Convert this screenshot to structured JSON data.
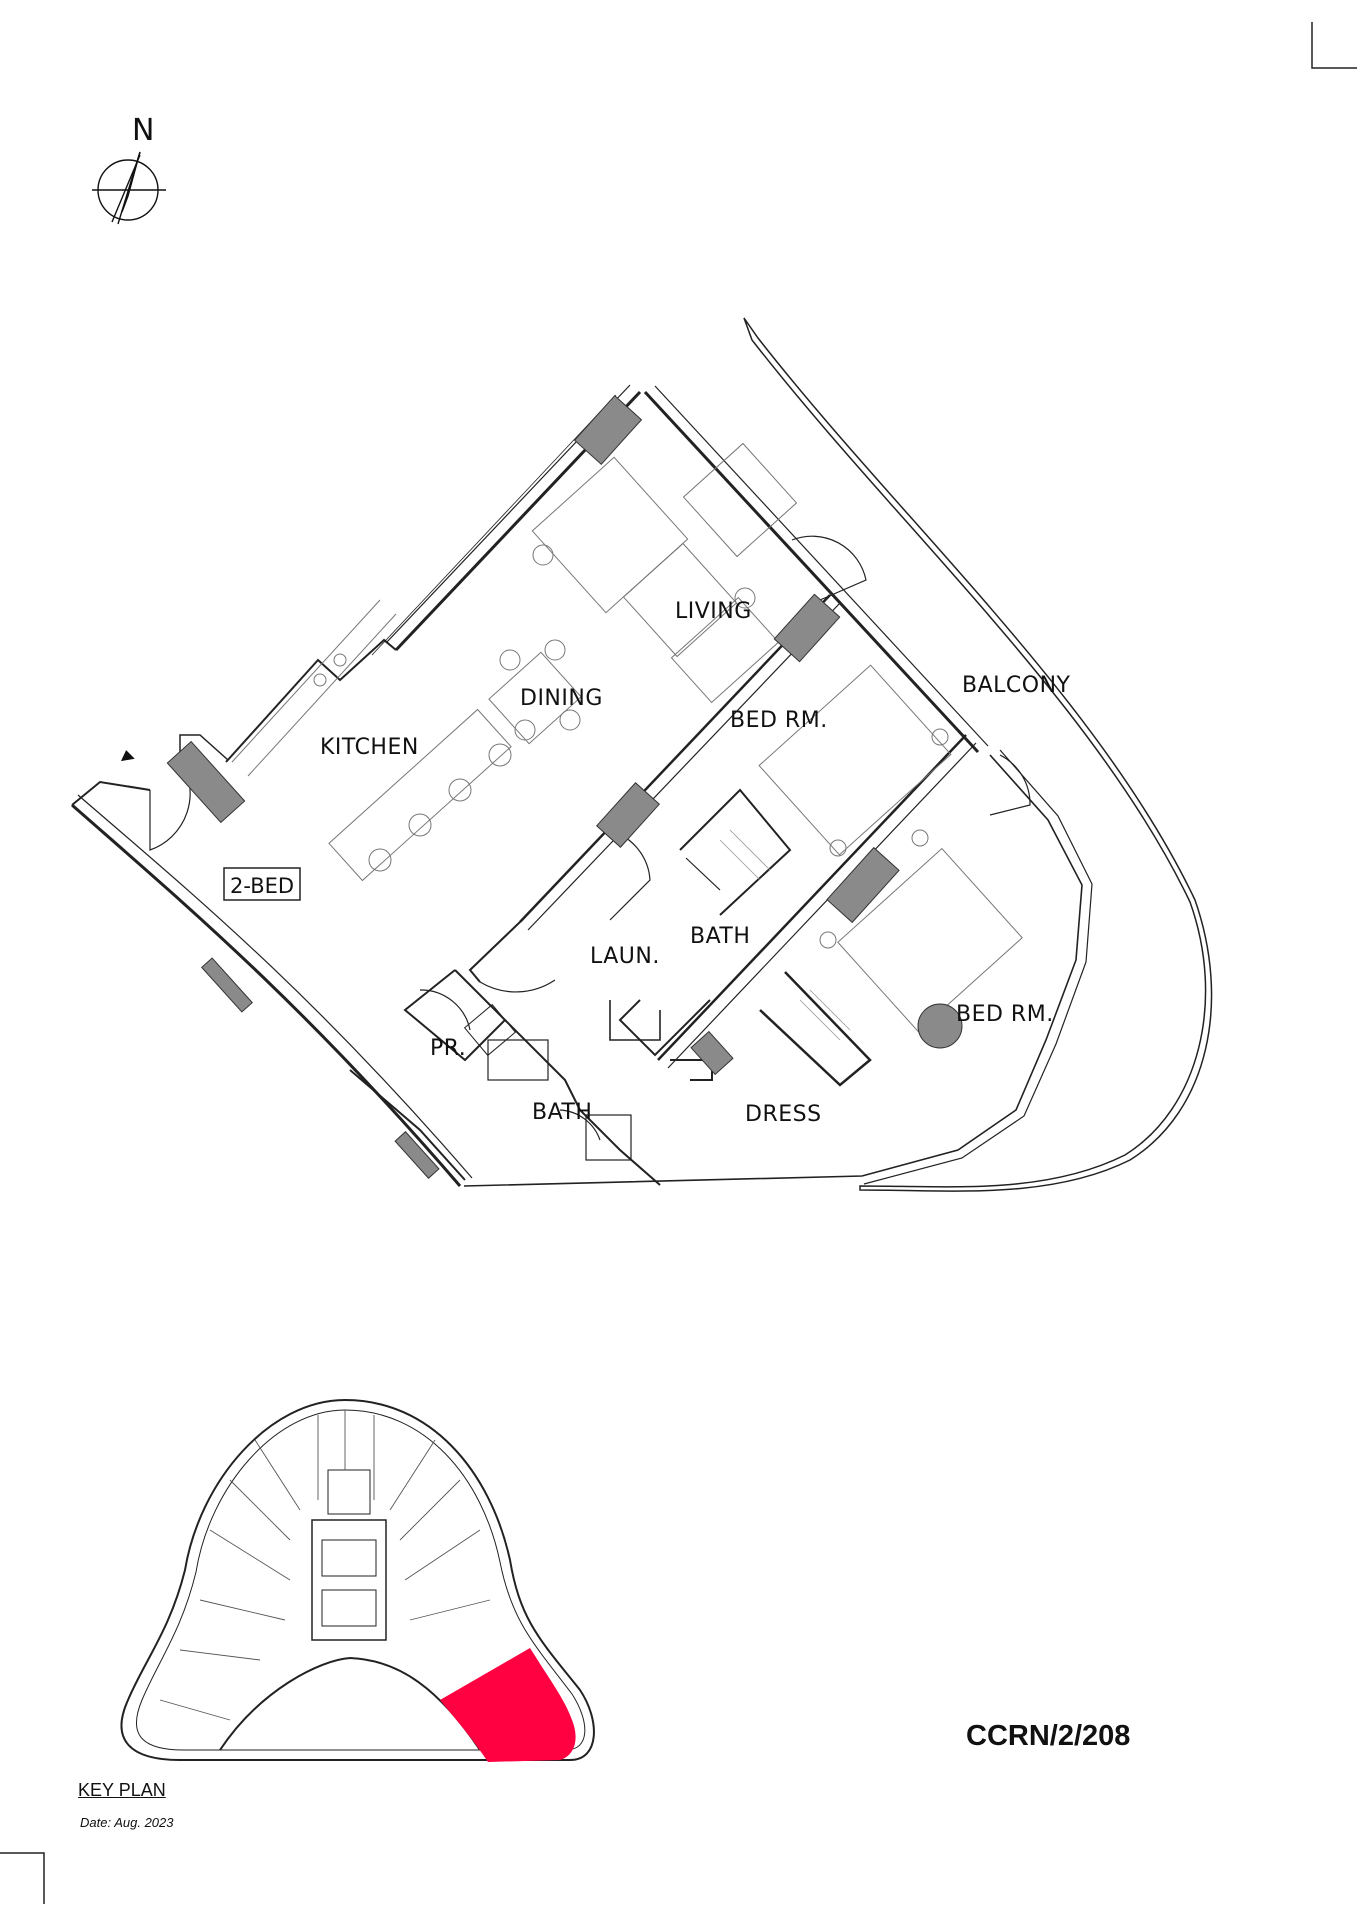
{
  "north_arrow": {
    "letter": "N",
    "icon": "north-arrow-icon"
  },
  "plan": {
    "unit_tag": "2-BED",
    "rooms": {
      "living": "LIVING",
      "dining": "DINING",
      "kitchen": "KITCHEN",
      "balcony": "BALCONY",
      "bed_rm_1": "BED RM.",
      "bed_rm_2": "BED RM.",
      "bath_1": "BATH",
      "bath_2": "BATH",
      "laun": "LAUN.",
      "pr": "PR.",
      "dress": "DRESS"
    },
    "colors": {
      "lines": "#222222",
      "columns": "#8a8a8a"
    }
  },
  "key_plan": {
    "title": "KEY PLAN",
    "highlight_color": "#ff0040"
  },
  "reference_code": "CCRN/2/208",
  "date": {
    "label": "Date:",
    "value": "Aug. 2023"
  }
}
